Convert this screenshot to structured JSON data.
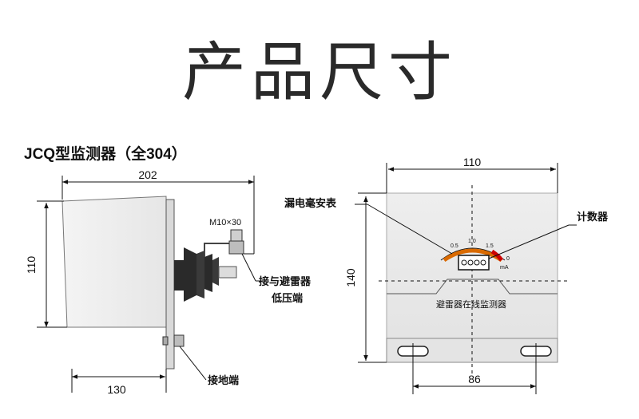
{
  "title": "产品尺寸",
  "subtitle": "JCQ型监测器（全304）",
  "side_view": {
    "dim_length": "202",
    "dim_height": "110",
    "dim_base": "130",
    "bolt_label": "M10×30",
    "arrester_label_line1": "接与避雷器",
    "arrester_label_line2": "低压端",
    "ground_label": "接地端"
  },
  "front_view": {
    "dim_width": "110",
    "dim_height": "140",
    "dim_holes": "86",
    "meter_label": "漏电毫安表",
    "counter_label": "计数器",
    "panel_label": "避雷器在线监测器",
    "scale_ticks": [
      "0.5",
      "1.0",
      "1.5",
      "0"
    ],
    "unit": "mA",
    "counter_digits": [
      "0",
      "0",
      "0",
      "0"
    ]
  }
}
